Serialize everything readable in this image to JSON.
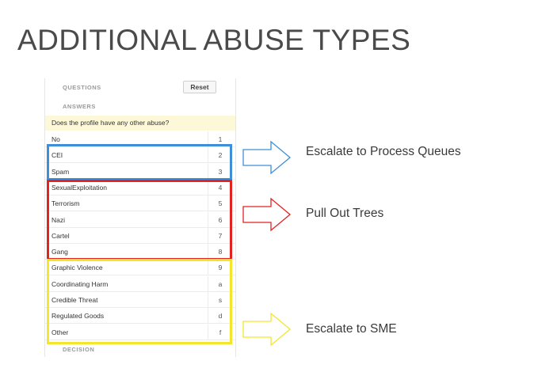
{
  "slide": {
    "title": "ADDITIONAL ABUSE TYPES"
  },
  "panel": {
    "questions_label": "QUESTIONS",
    "reset_label": "Reset",
    "answers_label": "ANSWERS",
    "question": "Does the profile have any other abuse?",
    "decision_label": "DECISION",
    "answers": [
      {
        "label": "No",
        "key": "1"
      },
      {
        "label": "CEI",
        "key": "2"
      },
      {
        "label": "Spam",
        "key": "3"
      },
      {
        "label": "SexualExploitation",
        "key": "4"
      },
      {
        "label": "Terrorism",
        "key": "5"
      },
      {
        "label": "Nazi",
        "key": "6"
      },
      {
        "label": "Cartel",
        "key": "7"
      },
      {
        "label": "Gang",
        "key": "8"
      },
      {
        "label": "Graphic Violence",
        "key": "9"
      },
      {
        "label": "Coordinating Harm",
        "key": "a"
      },
      {
        "label": "Credible Threat",
        "key": "s"
      },
      {
        "label": "Regulated Goods",
        "key": "d"
      },
      {
        "label": "Other",
        "key": "f"
      }
    ]
  },
  "groups": [
    {
      "color": "#3f8fd8",
      "note": "Escalate to Process Queues"
    },
    {
      "color": "#e32222",
      "note": "Pull Out Trees"
    },
    {
      "color": "#f4e62a",
      "note": "Escalate to SME"
    }
  ]
}
